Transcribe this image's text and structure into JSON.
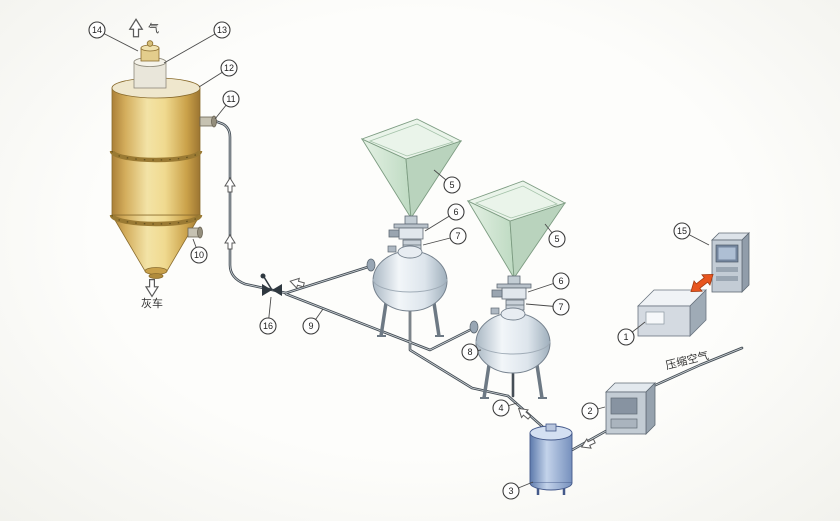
{
  "diagram": {
    "type": "pneumatic-ash-conveying-system-schematic",
    "annotations": {
      "gas": "气",
      "ash_truck": "灰车",
      "compressed_air": "压缩空气"
    },
    "callout_labels": {
      "n1": "1",
      "n2": "2",
      "n3": "3",
      "n4": "4",
      "n5": "5",
      "n6": "6",
      "n7": "7",
      "n8": "8",
      "n9": "9",
      "n10": "10",
      "n11": "11",
      "n12": "12",
      "n13": "13",
      "n14": "14",
      "n15": "15",
      "n16": "16"
    },
    "colors": {
      "silo": "#e6c878",
      "hopper": "#cfe5d1",
      "vessel": "#dfe6ec",
      "tank": "#8fa7cc",
      "cabinet": "#b7c1cb",
      "pipe": "#454e56",
      "callout_stroke": "#3c3c3c",
      "flow_arrow": "#ffffff",
      "signal_arrow": "#e8551e",
      "background": "#fafaf7"
    }
  }
}
